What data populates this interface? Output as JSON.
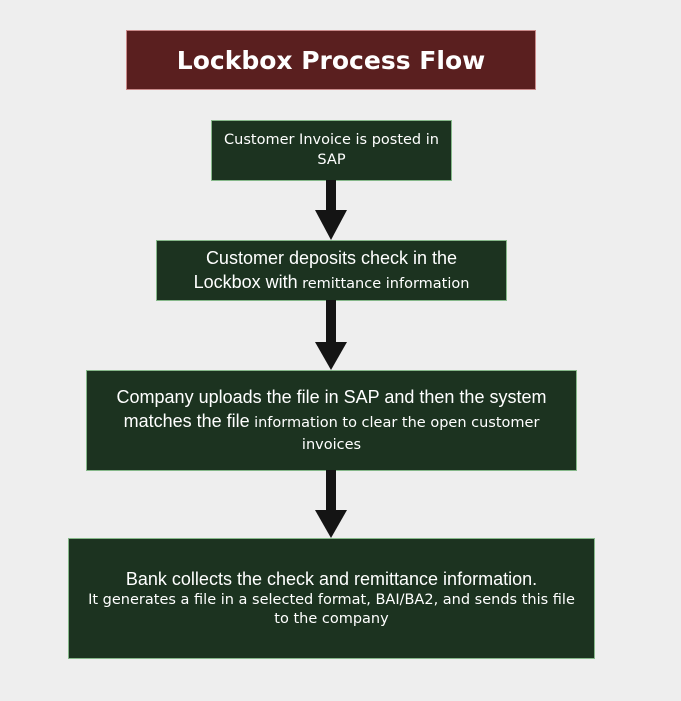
{
  "title": "Lockbox Process Flow",
  "colors": {
    "title_fill": "#5a1f1f",
    "title_border": "#c98a8a",
    "node_fill": "#1c3320",
    "node_border": "#86b88a",
    "arrow": "#141414",
    "background": "#eeeeee"
  },
  "steps": [
    {
      "line1": "Customer Invoice is posted in SAP"
    },
    {
      "line1": "Customer deposits check in the",
      "line2_main": "Lockbox with",
      "line2_small": "remittance information"
    },
    {
      "line1": "Company uploads the file in SAP and then the system",
      "line2_main": "matches the file",
      "line2_small": "information to clear the open customer invoices"
    },
    {
      "line1": "Bank collects the check and remittance information.",
      "line2_small": "It generates a file in a selected format, BAI/BA2, and sends this file to the company"
    }
  ]
}
